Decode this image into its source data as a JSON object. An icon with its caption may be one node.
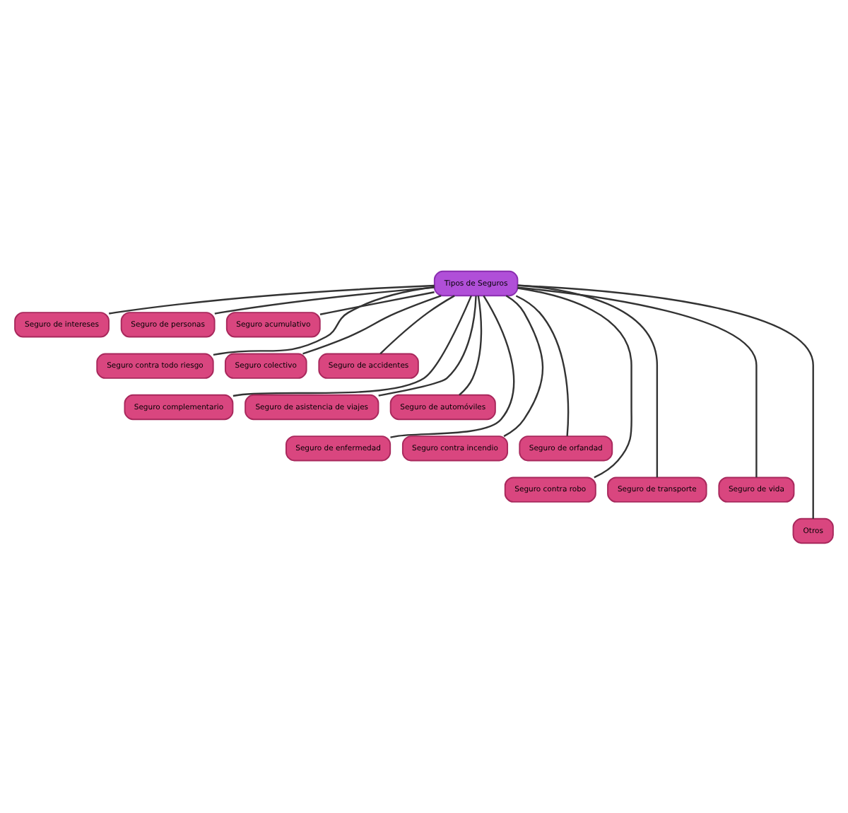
{
  "diagram": {
    "nodes": [
      {
        "text": [
          "Tipos de Seguros"
        ]
      },
      {
        "text": [
          "Seguro de intereses"
        ]
      },
      {
        "text": [
          "Seguro de personas"
        ]
      },
      {
        "text": [
          "Seguro acumulativo"
        ]
      },
      {
        "text": [
          "Seguro contra todo riesgo"
        ]
      },
      {
        "text": [
          "Seguro colectivo"
        ]
      },
      {
        "text": [
          "Seguro de accidentes"
        ]
      },
      {
        "text": [
          "Seguro complementario"
        ]
      },
      {
        "text": [
          "Seguro de asistencia de viajes"
        ]
      },
      {
        "text": [
          "Seguro de automóviles"
        ]
      },
      {
        "text": [
          "Seguro de enfermedad"
        ]
      },
      {
        "text": [
          "Seguro contra incendio"
        ]
      },
      {
        "text": [
          "Seguro de orfandad"
        ]
      },
      {
        "text": [
          "Seguro contra robo"
        ]
      },
      {
        "text": [
          "Seguro de transporte"
        ]
      },
      {
        "text": [
          "Seguro de vida"
        ]
      },
      {
        "text": [
          "Otros"
        ]
      }
    ],
    "edges": [
      {
        "from": 0,
        "to": 1,
        "arrow": "none"
      },
      {
        "from": 0,
        "to": 2,
        "arrow": "none"
      },
      {
        "from": 0,
        "to": 3,
        "arrow": "none"
      },
      {
        "from": 0,
        "to": 4,
        "arrow": "none"
      },
      {
        "from": 0,
        "to": 5,
        "arrow": "none"
      },
      {
        "from": 0,
        "to": 6,
        "arrow": "none"
      },
      {
        "from": 0,
        "to": 7,
        "arrow": "none"
      },
      {
        "from": 0,
        "to": 8,
        "arrow": "none"
      },
      {
        "from": 0,
        "to": 9,
        "arrow": "none"
      },
      {
        "from": 0,
        "to": 10,
        "arrow": "none"
      },
      {
        "from": 0,
        "to": 11,
        "arrow": "none"
      },
      {
        "from": 0,
        "to": 12,
        "arrow": "none"
      },
      {
        "from": 0,
        "to": 13,
        "arrow": "none"
      },
      {
        "from": 0,
        "to": 14,
        "arrow": "none"
      },
      {
        "from": 0,
        "to": 15,
        "arrow": "none"
      },
      {
        "from": 0,
        "to": 16,
        "arrow": "none"
      }
    ]
  }
}
